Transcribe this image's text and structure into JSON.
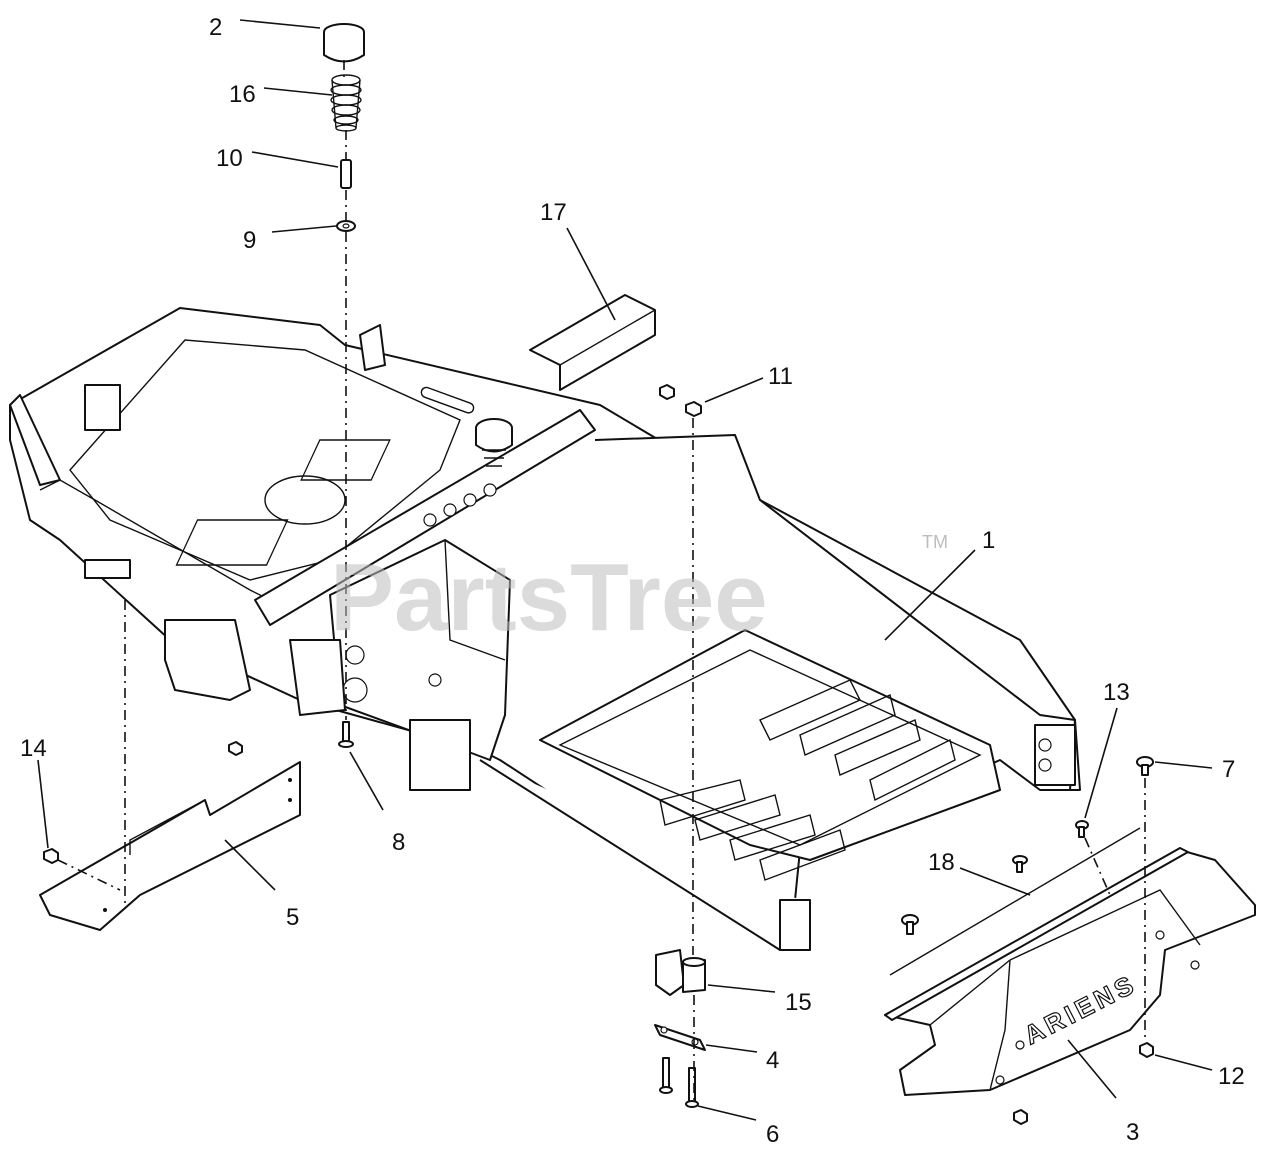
{
  "diagram": {
    "watermark": "PartsTree",
    "watermark_tm": "TM",
    "brand_mark": "ARIENS",
    "callouts": {
      "c1": "1",
      "c2": "2",
      "c3": "3",
      "c4": "4",
      "c5": "5",
      "c6": "6",
      "c7": "7",
      "c8": "8",
      "c9": "9",
      "c10": "10",
      "c11": "11",
      "c12": "12",
      "c13": "13",
      "c14": "14",
      "c15": "15",
      "c16": "16",
      "c17": "17",
      "c18": "18"
    }
  }
}
